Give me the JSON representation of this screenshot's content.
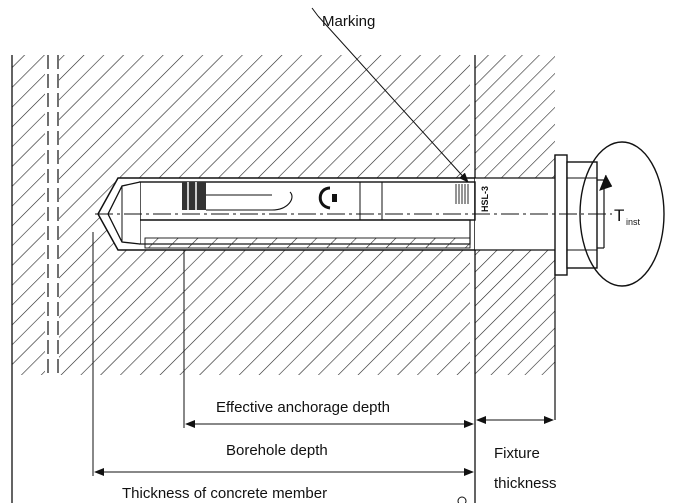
{
  "labels": {
    "marking": "Marking",
    "torque_symbol": "T",
    "torque_subscript": "inst",
    "effective_anchorage_depth": "Effective anchorage depth",
    "borehole_depth": "Borehole depth",
    "thickness_of_concrete_member": "Thickness of concrete member",
    "fixture_line1": "Fixture",
    "fixture_line2": "thickness",
    "anchor_marking_text": "HSL-3"
  },
  "colors": {
    "line": "#111111",
    "background": "#ffffff"
  }
}
